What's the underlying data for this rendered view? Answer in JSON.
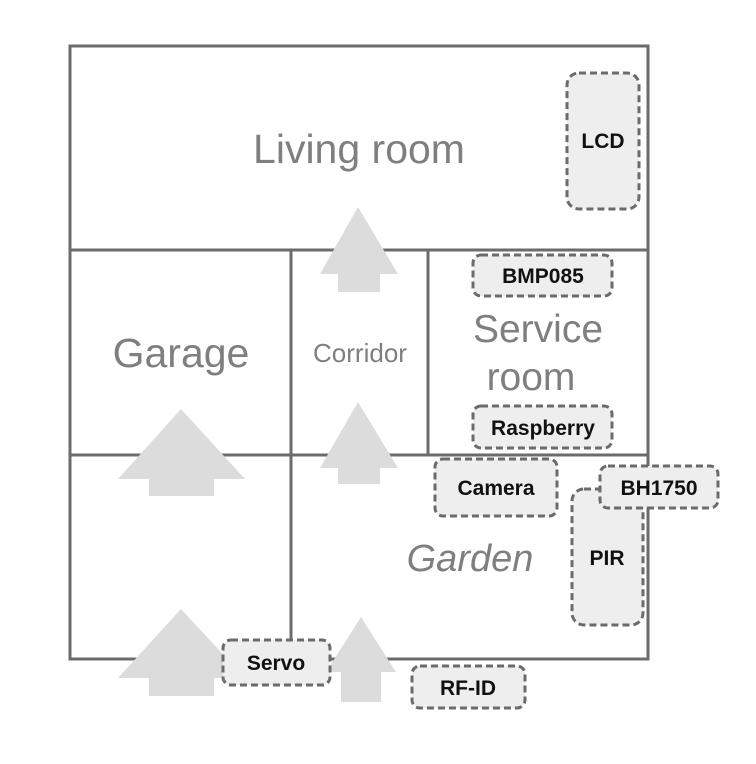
{
  "rooms": {
    "living_room": "Living room",
    "garage": "Garage",
    "corridor": "Corridor",
    "service_room_line1": "Service",
    "service_room_line2": "room",
    "garden": "Garden"
  },
  "sensors": {
    "lcd": "LCD",
    "bmp085": "BMP085",
    "raspberry": "Raspberry",
    "camera": "Camera",
    "bh1750": "BH1750",
    "pir": "PIR",
    "servo": "Servo",
    "rfid": "RF-ID"
  },
  "colors": {
    "walls": "#6b6b6b",
    "arrows": "#dcdcdc",
    "room_text": "#7f7f7f",
    "sensor_fill": "#eeeeee"
  }
}
